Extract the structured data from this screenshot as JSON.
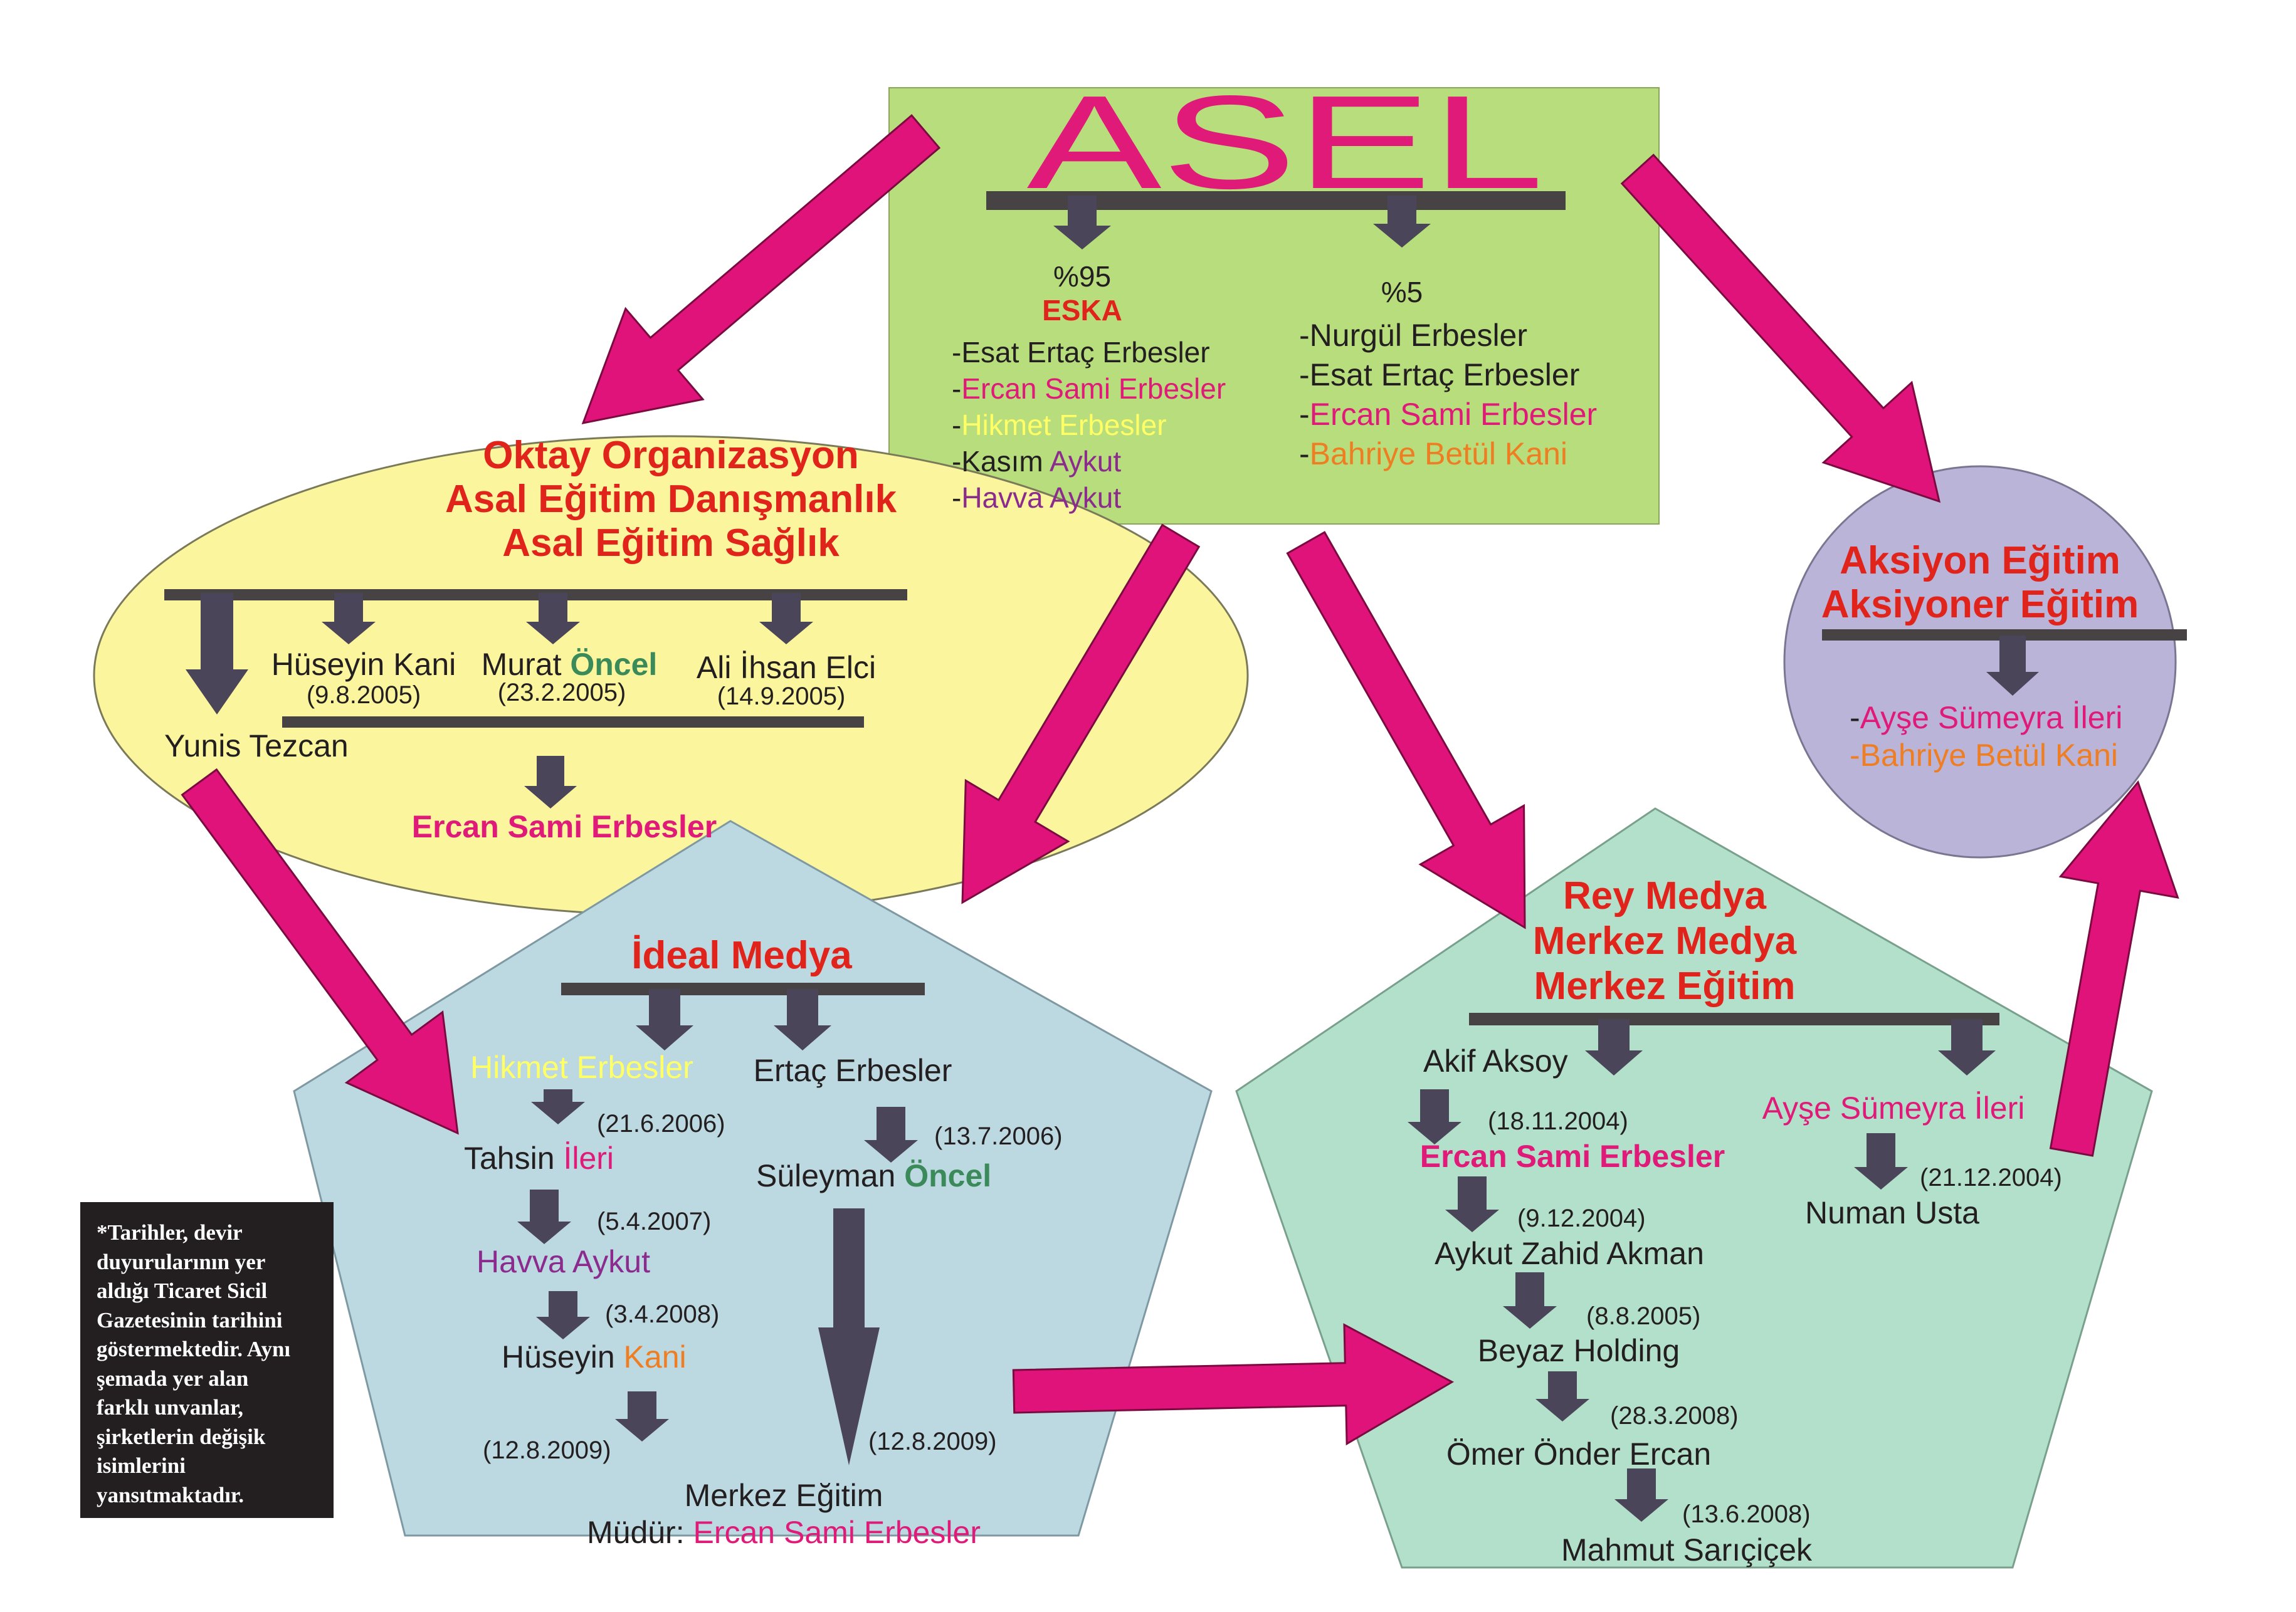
{
  "colors": {
    "arrow_big": "#e0137a",
    "arrow_small": "#4a4558",
    "bar": "#474344",
    "red": "#e0241b",
    "pink": "#e01a79",
    "yellow": "#ffff66",
    "purple": "#8b2b8e",
    "green": "#3a8a5a",
    "orange": "#ef7d22",
    "asel_box": "#b8dd7c",
    "oktay_ellipse": "#fbf59e",
    "aksiyon_circle": "#b9b4d8",
    "ideal_pentagon": "#bcd8e1",
    "rey_pentagon": "#b3e0cb"
  },
  "asel": {
    "title": "ASEL",
    "left_pct": "%95",
    "left_company": "ESKA",
    "left_owners": [
      {
        "dash": "-",
        "first": "Esat Ertaç Erbesler",
        "second": ""
      },
      {
        "dash": "-",
        "first": "Ercan Sami Erbesler",
        "second": ""
      },
      {
        "dash": "-",
        "first": "Hikmet Erbesler",
        "second": ""
      },
      {
        "dash": "-",
        "first": "Kasım ",
        "second": "Aykut"
      },
      {
        "dash": "-",
        "first": "Havva Aykut",
        "second": ""
      }
    ],
    "right_pct": "%5",
    "right_owners": [
      {
        "dash": "-",
        "text": "Nurgül Erbesler"
      },
      {
        "dash": "-",
        "text": "Esat Ertaç Erbesler"
      },
      {
        "dash": "-",
        "text": "Ercan Sami Erbesler"
      },
      {
        "dash": "-",
        "text": "Bahriye Betül Kani"
      }
    ]
  },
  "oktay": {
    "titles": [
      "Oktay Organizasyon",
      "Asal Eğitim Danışmanlık",
      "Asal Eğitim Sağlık"
    ],
    "yunis": "Yunis Tezcan",
    "huseyin": "Hüseyin Kani",
    "huseyin_date": "(9.8.2005)",
    "murat_first": "Murat ",
    "murat_second": "Öncel",
    "murat_date": "(23.2.2005)",
    "ali": "Ali İhsan Elci",
    "ali_date": "(14.9.2005)",
    "result": "Ercan Sami Erbesler"
  },
  "aksiyon": {
    "titles": [
      "Aksiyon Eğitim",
      "Aksiyoner Eğitim"
    ],
    "owners": [
      {
        "dash": "-",
        "text": "Ayşe Sümeyra İleri"
      },
      {
        "dash": "-",
        "text": "Bahriye Betül Kani"
      }
    ]
  },
  "ideal": {
    "title": "İdeal Medya",
    "hikmet": "Hikmet Erbesler",
    "ertac": "Ertaç Erbesler",
    "d1": "(21.6.2006)",
    "tahsin_first": "Tahsin ",
    "tahsin_second": "İleri",
    "d2": "(13.7.2006)",
    "suleyman_first": "Süleyman ",
    "suleyman_second": "Öncel",
    "d3": "(5.4.2007)",
    "havva": "Havva Aykut",
    "d4": "(3.4.2008)",
    "huseyin_first": "Hüseyin ",
    "huseyin_second": "Kani",
    "d5": "(12.8.2009)",
    "d6": "(12.8.2009)",
    "merkez": "Merkez Eğitim",
    "mudur_label": "Müdür: ",
    "mudur_name": "Ercan Sami Erbesler"
  },
  "rey": {
    "titles": [
      "Rey Medya",
      "Merkez Medya",
      "Merkez Eğitim"
    ],
    "akif": "Akif Aksoy",
    "d1": "(18.11.2004)",
    "ercan": "Ercan Sami Erbesler",
    "d2": "(9.12.2004)",
    "aykut": "Aykut Zahid Akman",
    "d3": "(8.8.2005)",
    "beyaz": "Beyaz Holding",
    "d4": "(28.3.2008)",
    "omer": "Ömer Önder Ercan",
    "d5": "(13.6.2008)",
    "mahmut": "Mahmut Sarıçiçek",
    "ayse": "Ayşe Sümeyra İleri",
    "d6": "(21.12.2004)",
    "numan": "Numan Usta"
  },
  "note": {
    "lines": [
      "*Tarihler, devir",
      "duyurularının yer",
      "aldığı Ticaret Sicil",
      "Gazetesinin tarihini",
      "göstermektedir. Aynı",
      "şemada yer alan",
      "farklı unvanlar,",
      "şirketlerin değişik",
      "isimlerini",
      "yansıtmaktadır."
    ]
  }
}
